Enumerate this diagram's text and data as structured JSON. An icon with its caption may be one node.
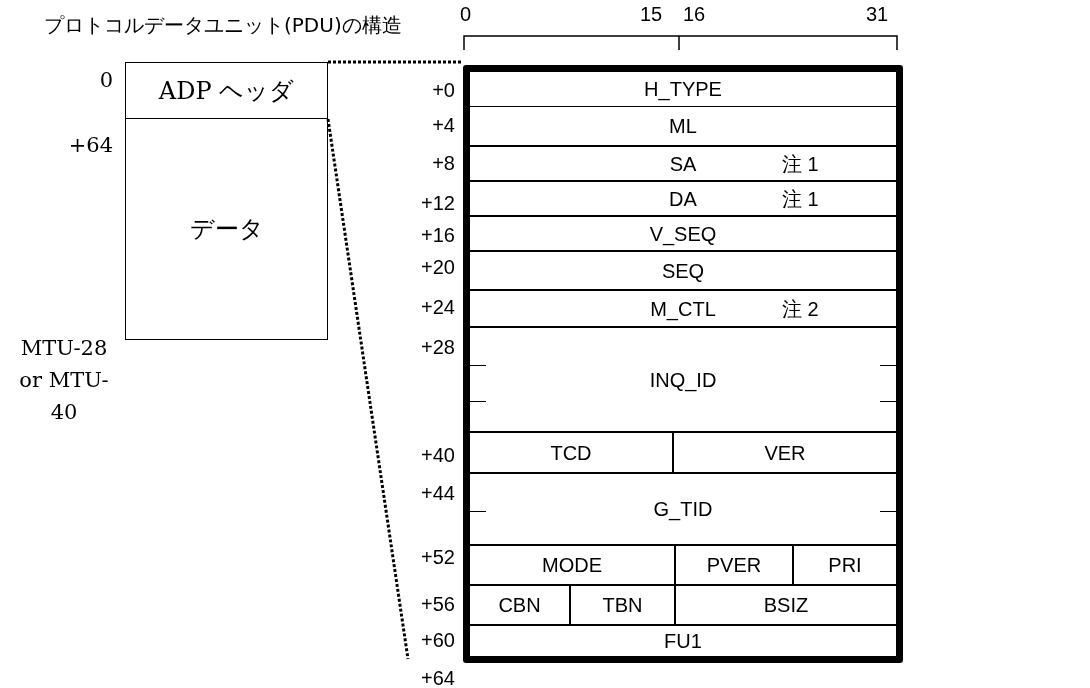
{
  "diagram": {
    "title": "プロトコルデータユニット(PDU)の構造",
    "nodes": [
      {
        "text": [
          "ADP ヘッダ"
        ]
      },
      {
        "text": [
          "データ"
        ]
      },
      {
        "text": [],
        "shape": "box"
      },
      {
        "text": [
          "H_TYPE"
        ],
        "in": 2
      },
      {
        "text": [
          "ML"
        ],
        "in": 2
      },
      {
        "text": [
          "SA",
          "注 1"
        ],
        "in": 2
      },
      {
        "text": [
          "DA",
          "注 1"
        ],
        "in": 2
      },
      {
        "text": [
          "V_SEQ"
        ],
        "in": 2
      },
      {
        "text": [
          "SEQ"
        ],
        "in": 2
      },
      {
        "text": [
          "M_CTL",
          "注 2"
        ],
        "in": 2
      },
      {
        "text": [
          "INQ_ID"
        ],
        "in": 2
      },
      {
        "text": [
          "TCD"
        ],
        "in": 2
      },
      {
        "text": [
          "VER"
        ],
        "in": 2
      },
      {
        "text": [
          "G_TID"
        ],
        "in": 2
      },
      {
        "text": [
          "MODE"
        ],
        "in": 2
      },
      {
        "text": [
          "PVER"
        ],
        "in": 2
      },
      {
        "text": [
          "PRI"
        ],
        "in": 2
      },
      {
        "text": [
          "CBN"
        ],
        "in": 2
      },
      {
        "text": [
          "TBN"
        ],
        "in": 2
      },
      {
        "text": [
          "BSIZ"
        ],
        "in": 2
      },
      {
        "text": [
          "FU1"
        ],
        "in": 2
      }
    ],
    "edges": [
      {
        "from": 0,
        "to": 2,
        "arrow": "none",
        "style": "dashed"
      },
      {
        "from": 0,
        "to": 2,
        "arrow": "none",
        "style": "dashed"
      }
    ],
    "labels": [
      "0",
      "15",
      "16",
      "31",
      "0",
      "+0",
      "+4",
      "+64",
      "+8",
      "+12",
      "+16",
      "+20",
      "+24",
      "MTU-28 or MTU-40",
      "+28",
      "+40",
      "+44",
      "+52",
      "+56",
      "+60",
      "+64"
    ]
  }
}
